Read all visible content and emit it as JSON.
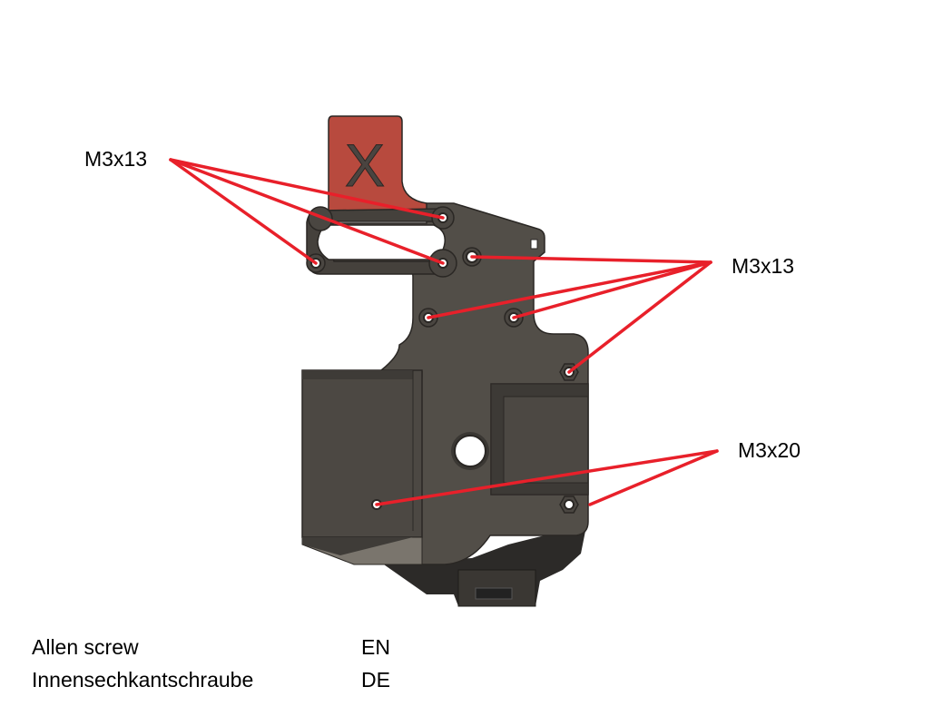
{
  "callouts": {
    "top_left": "M3x13",
    "right_upper": "M3x13",
    "right_lower": "M3x20"
  },
  "part": {
    "tab_label": "X"
  },
  "legend": [
    {
      "term": "Allen screw",
      "lang": "EN"
    },
    {
      "term": "Innensechkantschraube",
      "lang": "DE"
    }
  ],
  "colors": {
    "leader": "#e8202a",
    "part_body": "#524e48",
    "tab": "#b84a3e"
  }
}
